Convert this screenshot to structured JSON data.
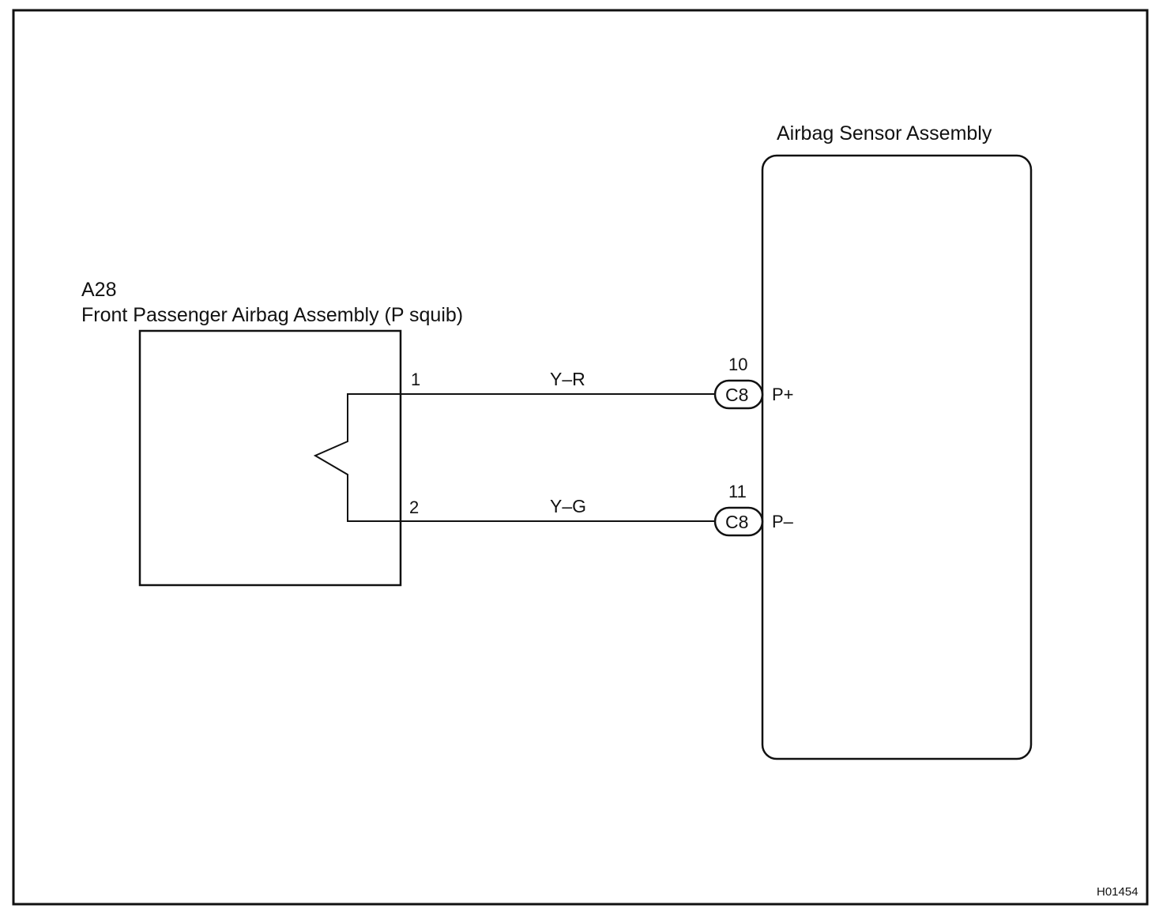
{
  "figure_id": "H01454",
  "components": {
    "squib_assembly": {
      "code": "A28",
      "name": "Front Passenger Airbag Assembly (P squib)"
    },
    "sensor_assembly": {
      "name": "Airbag Sensor Assembly"
    }
  },
  "circuits": [
    {
      "pin": "1",
      "wire_color": "Y–R",
      "connector": "C8",
      "terminal_number": "10",
      "terminal_name": "P+"
    },
    {
      "pin": "2",
      "wire_color": "Y–G",
      "connector": "C8",
      "terminal_number": "11",
      "terminal_name": "P–"
    }
  ]
}
